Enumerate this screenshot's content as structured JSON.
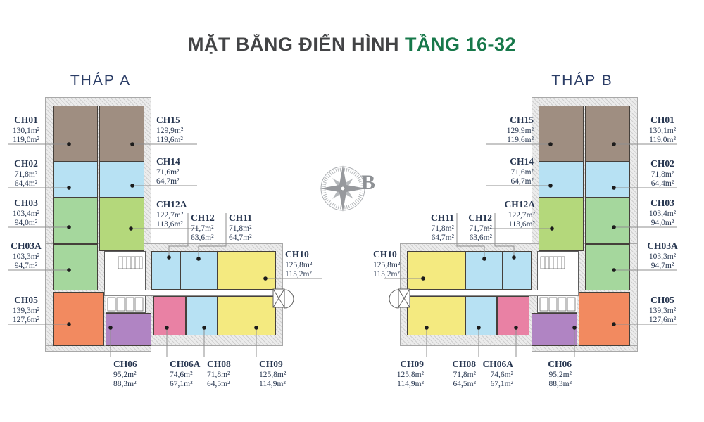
{
  "title": {
    "main": "MẶT BẰNG ĐIỂN HÌNH",
    "highlight": "TẦNG 16-32"
  },
  "towers": {
    "a": {
      "name": "THÁP A"
    },
    "b": {
      "name": "THÁP B"
    }
  },
  "compass": {
    "label": "B"
  },
  "palette": {
    "title_green": "#17784a",
    "title_gray": "#434446",
    "tower_navy": "#2b3d66",
    "label_navy": "#273650",
    "compass_gray": "#9a9da1"
  },
  "units": {
    "ch01": {
      "id": "CH01",
      "gross": "130,1m²",
      "net": "119,0m²",
      "color": "#9f8e81"
    },
    "ch02": {
      "id": "CH02",
      "gross": "71,8m²",
      "net": "64,4m²",
      "color": "#b7e1f3"
    },
    "ch03": {
      "id": "CH03",
      "gross": "103,4m²",
      "net": "94,0m²",
      "color": "#a5d79d"
    },
    "ch03a": {
      "id": "CH03A",
      "gross": "103,3m²",
      "net": "94,7m²",
      "color": "#a5d79d"
    },
    "ch05": {
      "id": "CH05",
      "gross": "139,3m²",
      "net": "127,6m²",
      "color": "#f28a60"
    },
    "ch06": {
      "id": "CH06",
      "gross": "95,2m²",
      "net": "88,3m²",
      "color": "#b084c3"
    },
    "ch06a": {
      "id": "CH06A",
      "gross": "74,6m²",
      "net": "67,1m²",
      "color": "#e981a4"
    },
    "ch08": {
      "id": "CH08",
      "gross": "71,8m²",
      "net": "64,5m²",
      "color": "#b7e1f3"
    },
    "ch09": {
      "id": "CH09",
      "gross": "125,8m²",
      "net": "114,9m²",
      "color": "#f4ea80"
    },
    "ch10": {
      "id": "CH10",
      "gross": "125,8m²",
      "net": "115,2m²",
      "color": "#f4ea80"
    },
    "ch11": {
      "id": "CH11",
      "gross": "71,8m²",
      "net": "64,7m²",
      "color": "#b7e1f3"
    },
    "ch12": {
      "id": "CH12",
      "gross": "71,7m²",
      "net": "63,6m²",
      "color": "#b7e1f3"
    },
    "ch12a": {
      "id": "CH12A",
      "gross": "122,7m²",
      "net": "113,6m²",
      "color": "#b4d87b"
    },
    "ch14": {
      "id": "CH14",
      "gross": "71,6m²",
      "net": "64,7m²",
      "color": "#b7e1f3"
    },
    "ch15": {
      "id": "CH15",
      "gross": "129,9m²",
      "net": "119,6m²",
      "color": "#9f8e81"
    }
  }
}
